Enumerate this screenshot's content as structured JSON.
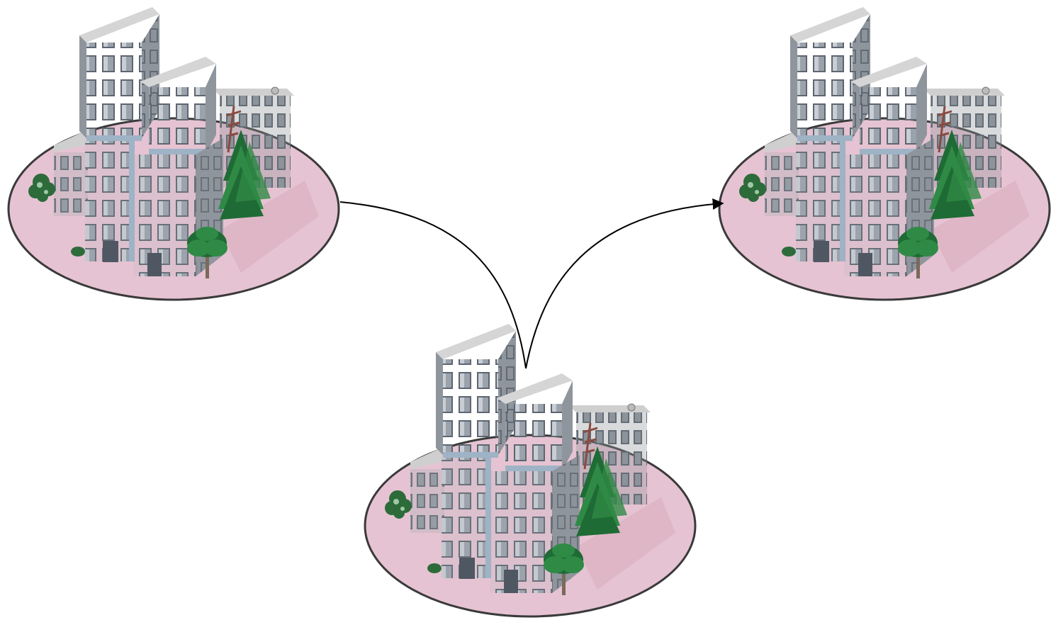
{
  "diagram": {
    "nodes": [
      {
        "id": "site-left",
        "icon": "office-campus-icon"
      },
      {
        "id": "site-center",
        "icon": "office-campus-icon"
      },
      {
        "id": "site-right",
        "icon": "office-campus-icon"
      }
    ],
    "edges": [
      {
        "from": "site-left",
        "to": "site-center",
        "arrowhead": false
      },
      {
        "from": "site-center",
        "to": "site-right",
        "arrowhead": true
      }
    ],
    "colors": {
      "background": "#ffffff",
      "plaza_fill": "#e6c3d2",
      "plaza_stroke": "#3a3a3a",
      "building_top": "#cfcfcf",
      "building_front": "#a9aeb4",
      "building_side": "#8f959c",
      "window": "#5d6670",
      "band": "#9fb3c6",
      "tree_dark": "#1f6b35",
      "tree_light": "#2f8a45",
      "trunk": "#7a6a5a",
      "shrub": "#2e6b3b",
      "antenna": "#8a4a40",
      "connector": "#000000"
    }
  }
}
